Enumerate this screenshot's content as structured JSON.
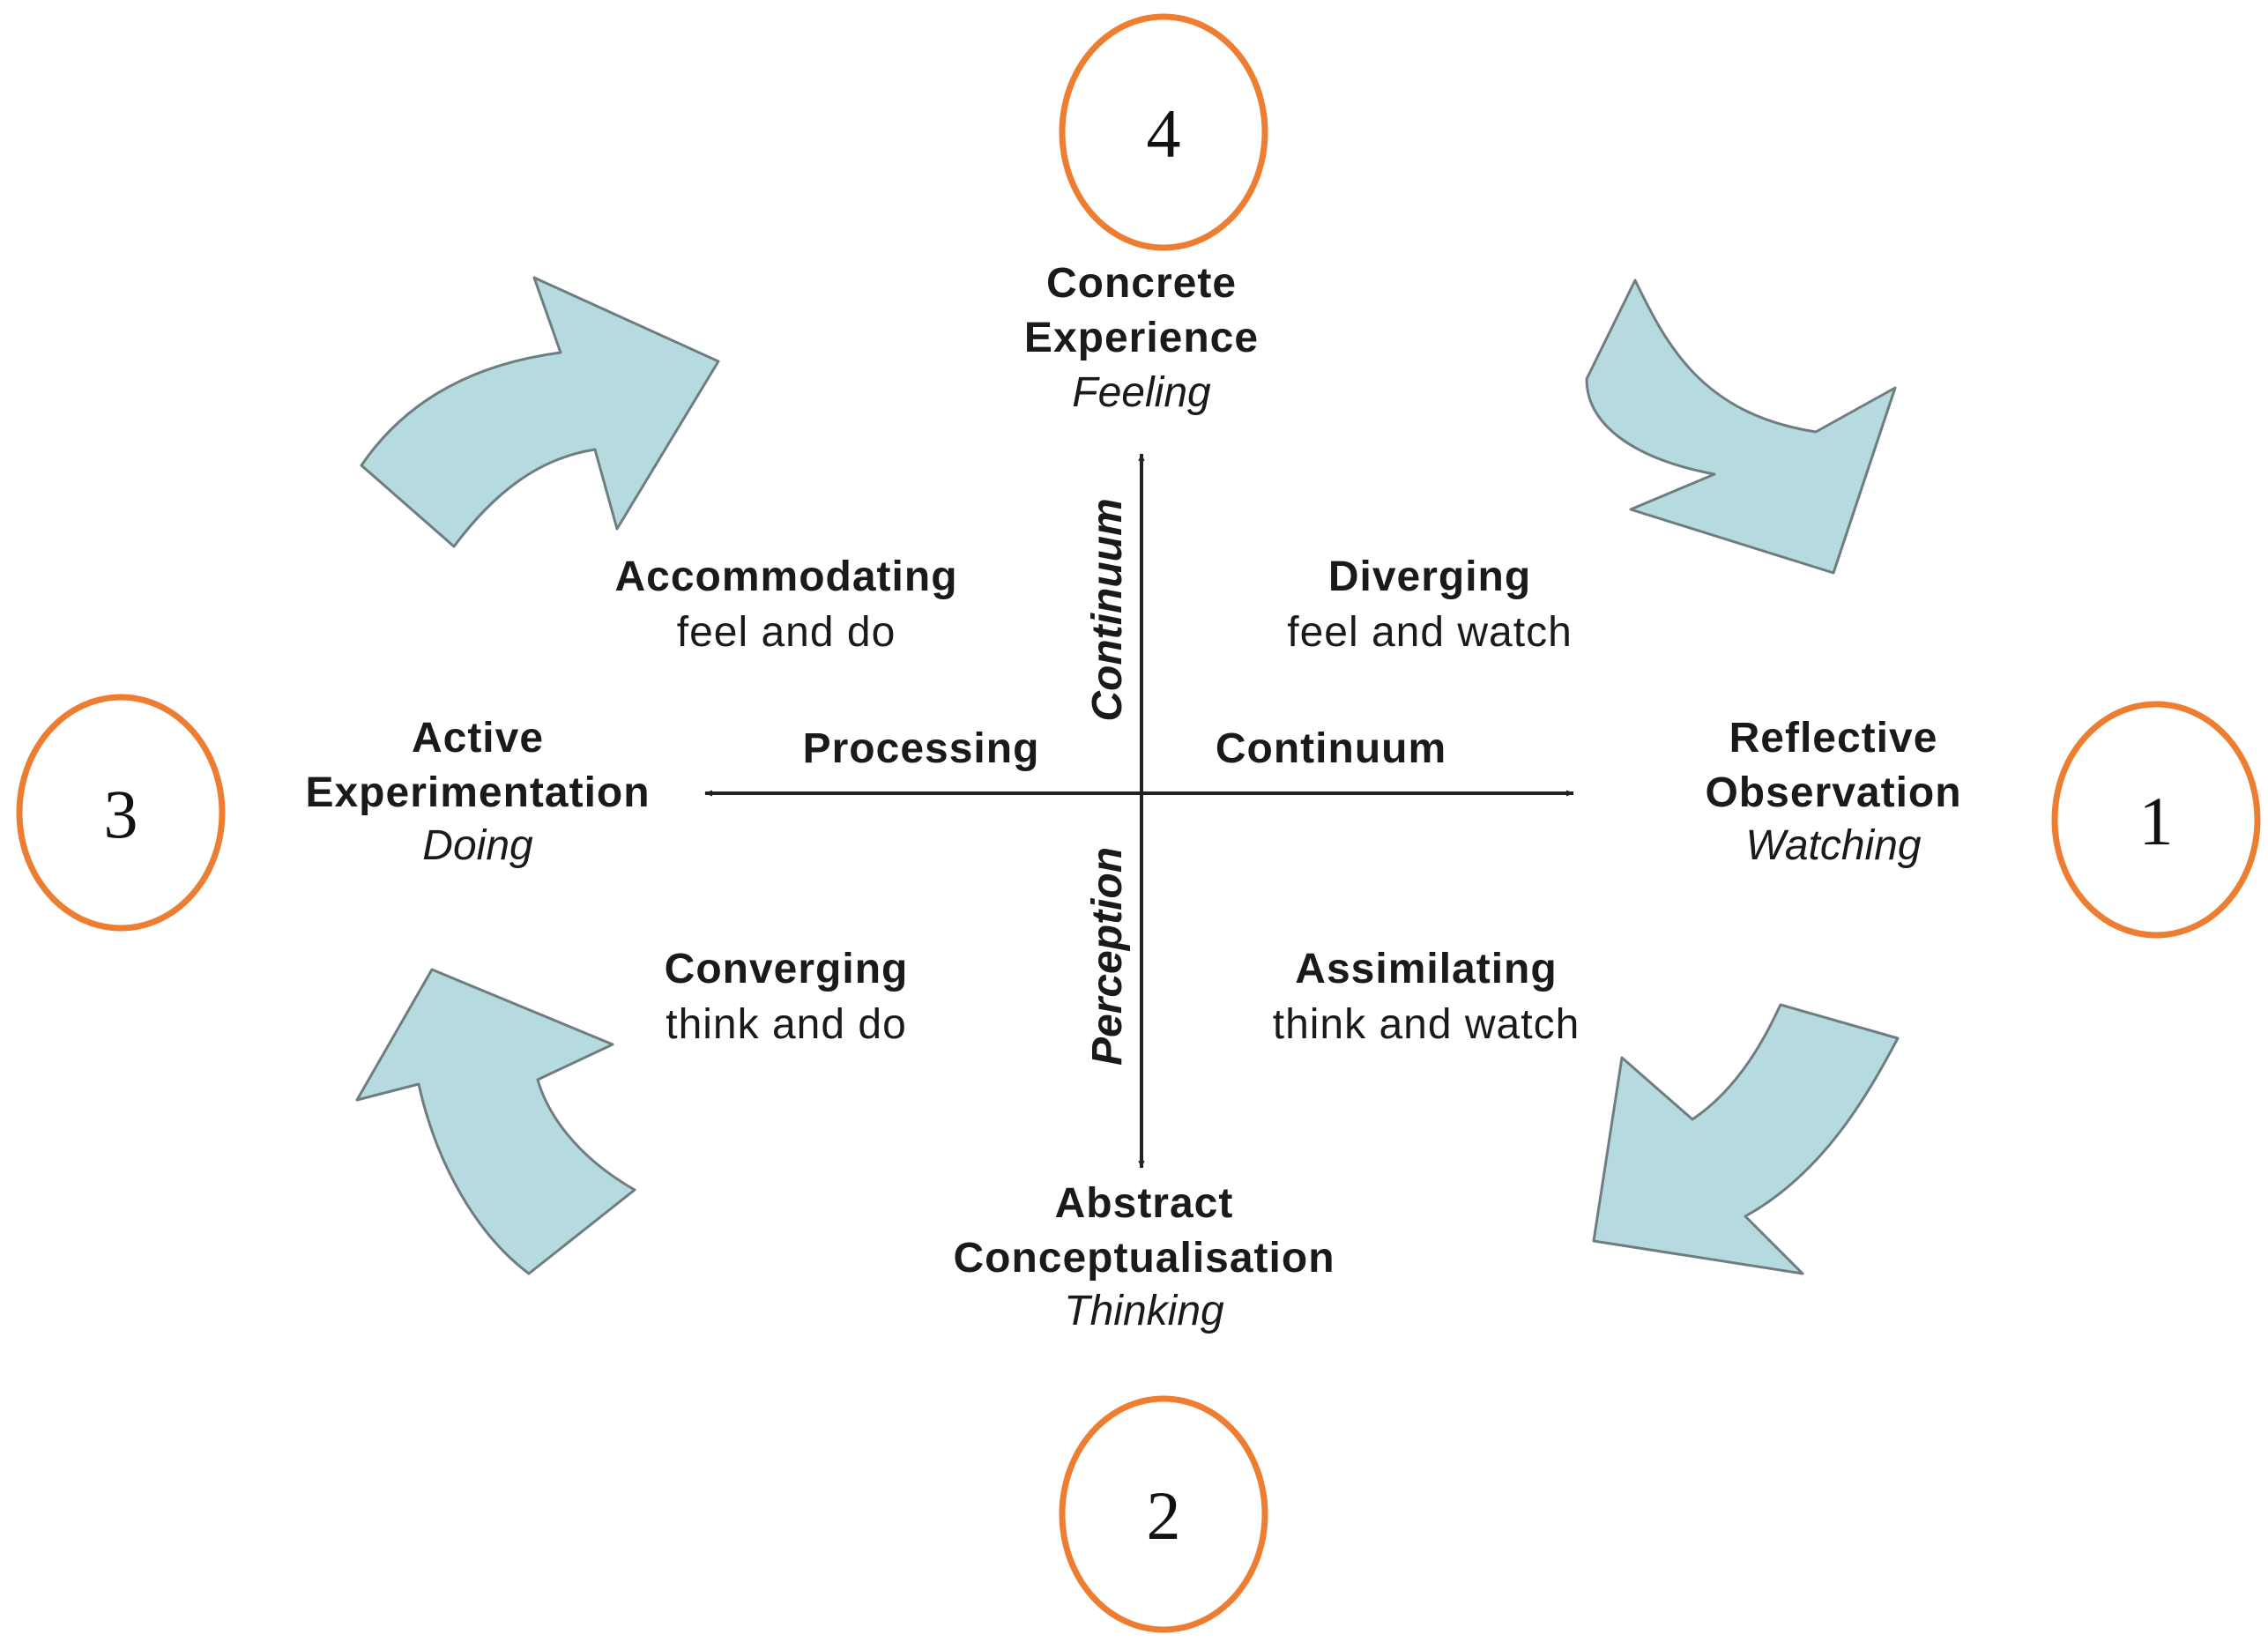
{
  "colors": {
    "arrow_fill": "#b5dbe0",
    "arrow_stroke": "#6f7d80",
    "circle_stroke": "#ed7d31",
    "axis": "#222222"
  },
  "nodes": {
    "top": {
      "title_line1": "Concrete",
      "title_line2": "Experience",
      "subtitle": "Feeling",
      "number": "4"
    },
    "right": {
      "title_line1": "Reflective",
      "title_line2": "Observation",
      "subtitle": "Watching",
      "number": "1"
    },
    "bottom": {
      "title_line1": "Abstract",
      "title_line2": "Conceptualisation",
      "subtitle": "Thinking",
      "number": "2"
    },
    "left": {
      "title_line1": "Active",
      "title_line2": "Experimentation",
      "subtitle": "Doing",
      "number": "3"
    }
  },
  "quadrants": {
    "top_left": {
      "title": "Accommodating",
      "subtitle": "feel and do"
    },
    "top_right": {
      "title": "Diverging",
      "subtitle": "feel and watch"
    },
    "bottom_left": {
      "title": "Converging",
      "subtitle": "think and do"
    },
    "bottom_right": {
      "title": "Assimilating",
      "subtitle": "think and watch"
    }
  },
  "axes": {
    "horizontal_left_label": "Processing",
    "horizontal_right_label": "Continuum",
    "vertical_top_label": "Continuum",
    "vertical_bottom_label": "Perception"
  }
}
